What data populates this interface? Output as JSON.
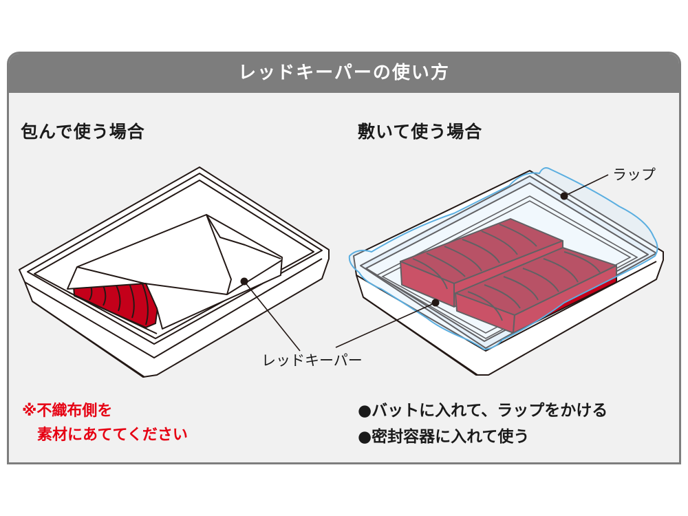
{
  "header": {
    "title": "レッドキーパーの使い方"
  },
  "left": {
    "title": "包んで使う場合",
    "note_lines": [
      "※不織布側を",
      "　素材にあててください"
    ]
  },
  "right": {
    "title": "敷いて使う場合",
    "wrap_label": "ラップ",
    "keeper_label": "レッドキーパー",
    "bullets": [
      "●バットに入れて、ラップをかける",
      "●密封容器に入れて使う"
    ]
  },
  "colors": {
    "header_bg": "#7d7d7d",
    "panel_bg": "#f1f1f1",
    "note_red": "#e60012",
    "meat_red": "#c4001a",
    "wrap_blue": "#5aaee0"
  }
}
